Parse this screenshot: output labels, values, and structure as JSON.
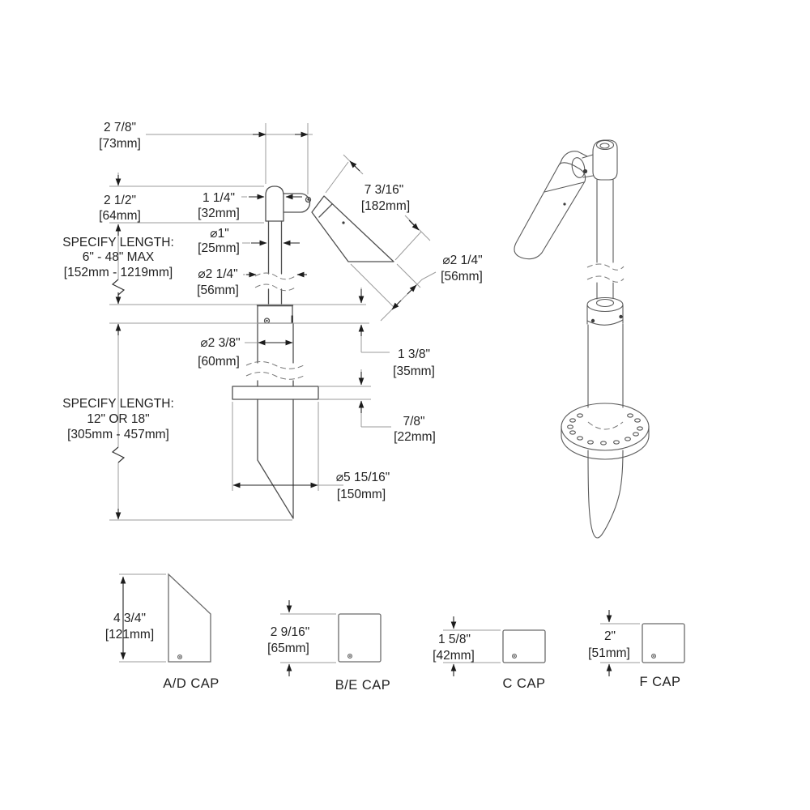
{
  "page": {
    "background": "#ffffff"
  },
  "drawing": {
    "object_line_color": "#4f4f4f",
    "dimension_line_color": "#9b9b9b",
    "arrow_color": "#222222",
    "text_color": "#222222"
  },
  "main_view": {
    "dims": {
      "offset_top": {
        "in": "2 7/8\"",
        "mm": "[73mm]"
      },
      "knuckle_height": {
        "in": "2 1/2\"",
        "mm": "[64mm]"
      },
      "knuckle_width": {
        "in": "1 1/4\"",
        "mm": "[32mm]"
      },
      "head_length": {
        "in": "7 3/16\"",
        "mm": "[182mm]"
      },
      "head_dia": {
        "in": "⌀2 1/4\"",
        "mm": "[56mm]"
      },
      "stem_dia": {
        "in": "⌀1\"",
        "mm": "[25mm]"
      },
      "stem_outer_dia": {
        "in": "⌀2 1/4\"",
        "mm": "[56mm]"
      },
      "sleeve_dia": {
        "in": "⌀2 3/8\"",
        "mm": "[60mm]"
      },
      "collar_height": {
        "in": "1 3/8\"",
        "mm": "[35mm]"
      },
      "flange_thickness": {
        "in": "7/8\"",
        "mm": "[22mm]"
      },
      "flange_dia": {
        "in": "⌀5 15/16\"",
        "mm": "[150mm]"
      },
      "stem_length_note": {
        "l1": "SPECIFY LENGTH:",
        "l2": "6\" - 48\" MAX",
        "l3": "[152mm - 1219mm]"
      },
      "stake_length_note": {
        "l1": "SPECIFY LENGTH:",
        "l2": "12\" OR 18\"",
        "l3": "[305mm - 457mm]"
      }
    }
  },
  "caps": [
    {
      "label": "A/D CAP",
      "in": "4 3/4\"",
      "mm": "[121mm]"
    },
    {
      "label": "B/E CAP",
      "in": "2 9/16\"",
      "mm": "[65mm]"
    },
    {
      "label": "C CAP",
      "in": "1 5/8\"",
      "mm": "[42mm]"
    },
    {
      "label": "F CAP",
      "in": "2\"",
      "mm": "[51mm]"
    }
  ]
}
